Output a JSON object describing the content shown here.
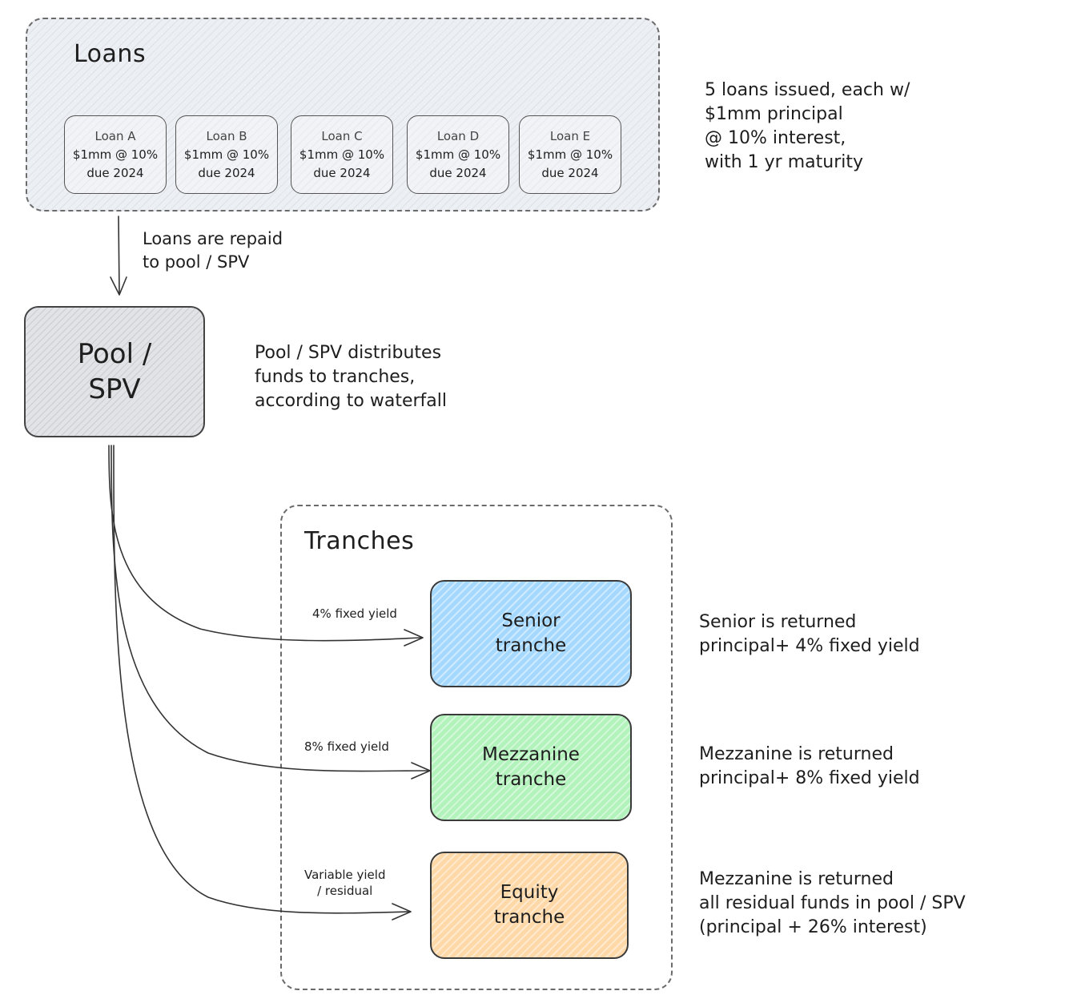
{
  "loans_group": {
    "title": "Loans",
    "loans": [
      {
        "name": "Loan A",
        "terms": "$1mm @ 10%",
        "due": "due 2024"
      },
      {
        "name": "Loan B",
        "terms": "$1mm @ 10%",
        "due": "due 2024"
      },
      {
        "name": "Loan C",
        "terms": "$1mm @ 10%",
        "due": "due 2024"
      },
      {
        "name": "Loan D",
        "terms": "$1mm @ 10%",
        "due": "due 2024"
      },
      {
        "name": "Loan E",
        "terms": "$1mm @ 10%",
        "due": "due 2024"
      }
    ]
  },
  "loans_note": {
    "lines": [
      "5 loans issued, each w/",
      "$1mm principal",
      "@ 10% interest,",
      "with 1 yr maturity"
    ]
  },
  "repay_label": {
    "lines": [
      "Loans are repaid",
      "to pool / SPV"
    ]
  },
  "pool": {
    "lines": [
      "Pool /",
      "SPV"
    ]
  },
  "pool_note": {
    "lines": [
      "Pool / SPV distributes",
      "funds to tranches,",
      "according to waterfall"
    ]
  },
  "tranches_group": {
    "title": "Tranches"
  },
  "tranches": [
    {
      "lines": [
        "Senior",
        "tranche"
      ],
      "color": "#a5d8ff",
      "edge_label": [
        "4% fixed yield"
      ],
      "note": [
        "Senior is returned",
        "principal+ 4% fixed yield"
      ]
    },
    {
      "lines": [
        "Mezzanine",
        "tranche"
      ],
      "color": "#b2f2bb",
      "edge_label": [
        "8% fixed yield"
      ],
      "note": [
        "Mezzanine is returned",
        "principal+ 8% fixed yield"
      ]
    },
    {
      "lines": [
        "Equity",
        "tranche"
      ],
      "color": "#ffd8a8",
      "edge_label": [
        "Variable yield",
        "/ residual"
      ],
      "note": [
        "Mezzanine is returned",
        "all residual funds in pool / SPV",
        "(principal + 26% interest)"
      ]
    }
  ]
}
